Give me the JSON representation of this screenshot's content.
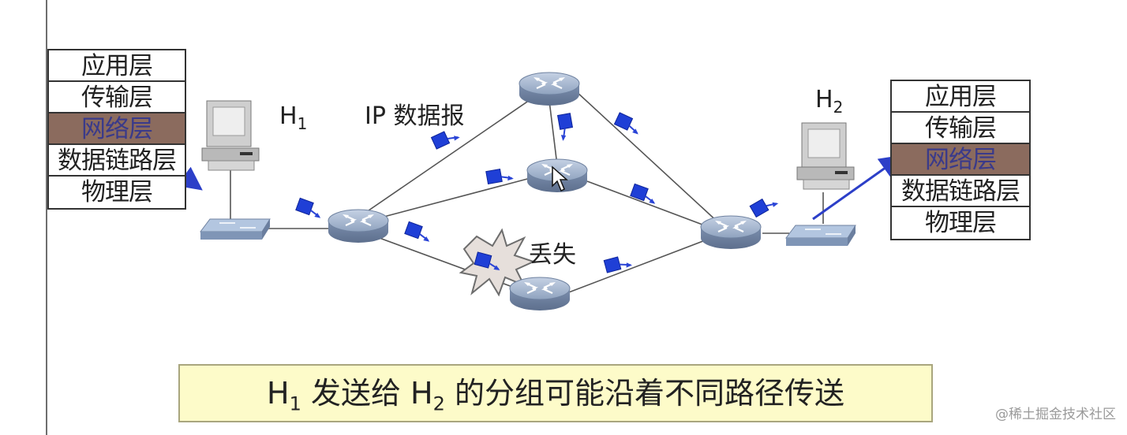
{
  "left_stack": {
    "layers": [
      "应用层",
      "传输层",
      "网络层",
      "数据链路层",
      "物理层"
    ]
  },
  "right_stack": {
    "layers": [
      "应用层",
      "传输层",
      "网络层",
      "数据链路层",
      "物理层"
    ]
  },
  "host1": {
    "label": "H",
    "sub": "1"
  },
  "host2": {
    "label": "H",
    "sub": "2"
  },
  "datagram_label": "IP 数据报",
  "lost_label": "丢失",
  "caption": {
    "part1": "H",
    "sub1": "1",
    "part2": " 发送给 H",
    "sub2": "2",
    "part3": " 的分组可能沿着不同路径传送"
  },
  "watermark": "@稀土掘金技术社区",
  "colors": {
    "router": "#8fa3bf",
    "packet": "#1f3fd6",
    "network_layer_highlight": "#8b6b5e",
    "caption_bg": "#fdfbc9",
    "arrow": "#2c3fc8"
  }
}
